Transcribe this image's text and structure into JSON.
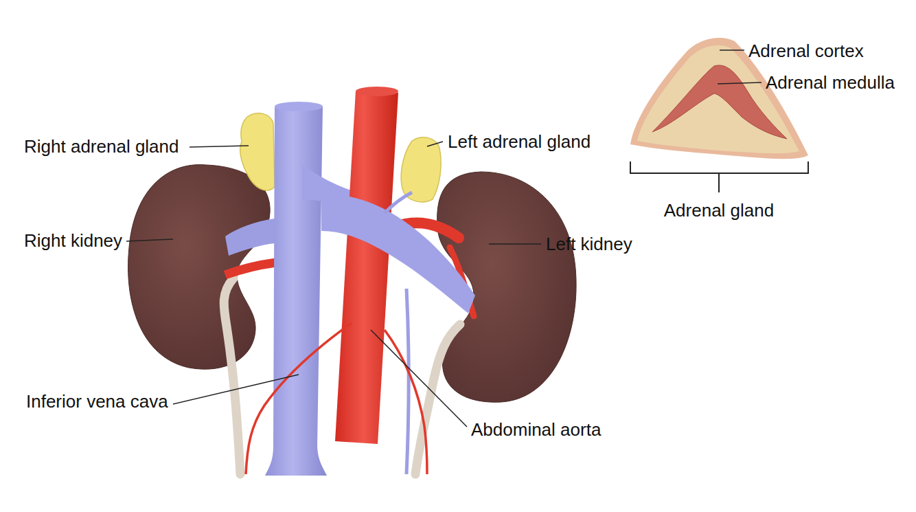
{
  "diagram": {
    "labels": [
      "Right adrenal gland",
      "Left adrenal gland",
      "Right kidney",
      "Left kidney",
      "Inferior vena cava",
      "Abdominal aorta",
      "Adrenal cortex",
      "Adrenal medulla",
      "Adrenal gland"
    ]
  }
}
